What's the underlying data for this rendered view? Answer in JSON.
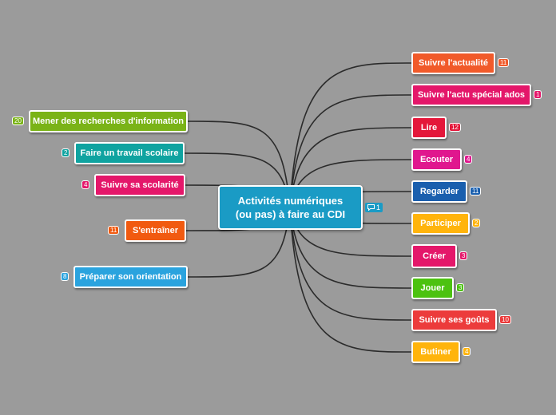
{
  "central": {
    "line1": "Activités numériques",
    "line2": "(ou pas) à faire au CDI",
    "color": "#1a9bc5",
    "comment_count": "1"
  },
  "left_nodes": [
    {
      "label": "Mener des recherches d'information",
      "count": "20",
      "color": "#7ab317"
    },
    {
      "label": "Faire un travail scolaire",
      "count": "2",
      "color": "#0fa3a0"
    },
    {
      "label": "Suivre sa scolarité",
      "count": "4",
      "color": "#e4176a"
    },
    {
      "label": "S'entraîner",
      "count": "11",
      "color": "#f15a10"
    },
    {
      "label": "Préparer son orientation",
      "count": "8",
      "color": "#2aa3de"
    }
  ],
  "right_nodes": [
    {
      "label": "Suivre l'actualité",
      "count": "11",
      "color": "#f15a2a"
    },
    {
      "label": "Suivre l'actu spécial ados",
      "count": "1",
      "color": "#e4176a"
    },
    {
      "label": "Lire",
      "count": "12",
      "color": "#e4173a"
    },
    {
      "label": "Ecouter",
      "count": "4",
      "color": "#e0178e"
    },
    {
      "label": "Regarder",
      "count": "11",
      "color": "#1a5fae"
    },
    {
      "label": "Participer",
      "count": "2",
      "color": "#ffb40c"
    },
    {
      "label": "Créer",
      "count": "3",
      "color": "#e4176a"
    },
    {
      "label": "Jouer",
      "count": "3",
      "color": "#4cc210"
    },
    {
      "label": "Suivre ses goûts",
      "count": "10",
      "color": "#ec3b3b"
    },
    {
      "label": "Butiner",
      "count": "4",
      "color": "#ffb40c"
    }
  ]
}
